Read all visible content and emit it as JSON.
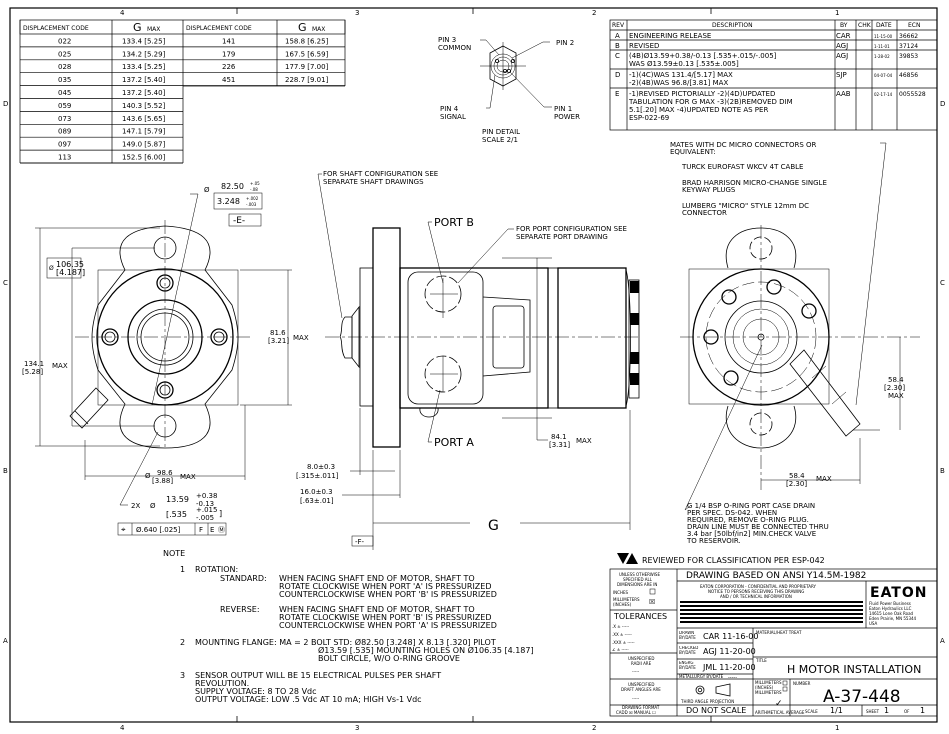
{
  "zones": {
    "columns": [
      "4",
      "3",
      "2",
      "1"
    ],
    "rows": [
      "D",
      "C",
      "B",
      "A"
    ]
  },
  "g_table": {
    "headers": [
      "DISPLACEMENT CODE",
      "G",
      "MAX",
      "DISPLACEMENT CODE",
      "G",
      "MAX"
    ],
    "left_rows": [
      [
        "022",
        "133.4 [5.25]"
      ],
      [
        "025",
        "134.2 [5.29]"
      ],
      [
        "028",
        "133.4 [5.25]"
      ],
      [
        "035",
        "137.2 [5.40]"
      ],
      [
        "045",
        "137.2 [5.40]"
      ],
      [
        "059",
        "140.3 [5.52]"
      ],
      [
        "073",
        "143.6 [5.65]"
      ],
      [
        "089",
        "147.1 [5.79]"
      ],
      [
        "097",
        "149.0 [5.87]"
      ],
      [
        "113",
        "152.5 [6.00]"
      ]
    ],
    "right_rows": [
      [
        "141",
        "158.8 [6.25]"
      ],
      [
        "179",
        "167.5 [6.59]"
      ],
      [
        "226",
        "177.9 [7.00]"
      ],
      [
        "451",
        "228.7 [9.01]"
      ]
    ]
  },
  "pin_detail": {
    "pin3": [
      "PIN 3",
      "COMMON"
    ],
    "pin2": "PIN 2",
    "pin4": [
      "PIN 4",
      "SIGNAL"
    ],
    "pin1": [
      "PIN 1",
      "POWER"
    ],
    "caption": [
      "PIN DETAIL",
      "SCALE 2/1"
    ]
  },
  "revisions": {
    "headers": [
      "REV",
      "DESCRIPTION",
      "BY",
      "CHK",
      "DATE",
      "ECN"
    ],
    "rows": [
      {
        "rev": "A",
        "lines": [
          "ENGINEERING RELEASE"
        ],
        "by": "CAR",
        "chk": "",
        "date": "11-15-00",
        "ecn": "36662"
      },
      {
        "rev": "B",
        "lines": [
          "REVISED"
        ],
        "by": "AGJ",
        "chk": "",
        "date": "1-11-01",
        "ecn": "37124"
      },
      {
        "rev": "C",
        "lines": [
          "(4B)Ø13.59+0.38/-0.13 [.535+.015/-.005]",
          "WAS Ø13.59±0.13 [.535±.005]"
        ],
        "by": "AGJ",
        "chk": "",
        "date": "1-28-02",
        "ecn": "39853"
      },
      {
        "rev": "D",
        "lines": [
          "-1)(4C)WAS 131.4/[5.17] MAX",
          "-2)(4B)WAS 96.8/[3.81] MAX"
        ],
        "by": "SJP",
        "chk": "",
        "date": "04-07-04",
        "ecn": "46856"
      },
      {
        "rev": "E",
        "lines": [
          "-1)REVISED PICTORIALLY -2)(4D)UPDATED",
          "TABULATION FOR G MAX -3)(2B)REMOVED DIM",
          "5.1[.20] MAX -4)UPDATED NOTE AS PER",
          "ESP-022-69"
        ],
        "by": "AAB",
        "chk": "",
        "date": "02-17-14",
        "ecn": "0055528"
      }
    ]
  },
  "front_view": {
    "pilot_dia": "82.50",
    "pilot_tol_plus": "+.05",
    "pilot_tol_minus": "-.08",
    "pilot_in": "3.248",
    "pilot_in_plus": "+.002",
    "pilot_in_minus": "-.003",
    "datum_e": "-E-",
    "bolt_circle": "106.35",
    "bolt_circle_in": "[4.187]",
    "height": "134.1",
    "height_in": "[5.28]",
    "height_max": "MAX",
    "body": "81.6",
    "body_in": "[3.21]",
    "body_max": "MAX",
    "width": "98.6",
    "width_in": "[3.88]",
    "width_max": "MAX",
    "hole_qty": "2X",
    "hole_dia": "13.59",
    "hole_plus": "+0.38",
    "hole_minus": "-0.13",
    "hole_in": "[.535",
    "hole_in_plus": "+.015",
    "hole_in_minus": "-.005",
    "hole_in_close": "]",
    "fcf": [
      "Ø.640 [.025]",
      "F",
      "E"
    ],
    "dia_symbol": "Ø"
  },
  "side_view": {
    "shaft_note": [
      "FOR SHAFT CONFIGURATION SEE",
      "SEPARATE SHAFT DRAWINGS"
    ],
    "port_note": [
      "FOR PORT CONFIGURATION SEE",
      "SEPARATE PORT DRAWING"
    ],
    "port_b": "PORT B",
    "port_a": "PORT A",
    "height": "84.1",
    "height_in": "[3.31]",
    "height_max": "MAX",
    "dim1": "8.0±0.3",
    "dim1_in": "[.315±.011]",
    "dim2": "16.0±0.3",
    "dim2_in": "[.63±.01]",
    "g_label": "G",
    "datum_f": "-F-"
  },
  "rear_view": {
    "connector_note": [
      "MATES WITH DC MICRO CONNECTORS OR",
      "EQUIVALENT:",
      "TURCK EUROFAST WKCV 4T CABLE",
      "BRAD HARRISON MICRO-CHANGE SINGLE",
      "KEYWAY PLUGS",
      "LUMBERG \"MICRO\" STYLE 12mm DC",
      "CONNECTOR"
    ],
    "vert_dim": "58.4",
    "vert_dim_in": "[2.30]",
    "vert_max": "MAX",
    "horiz_dim": "58.4",
    "horiz_dim_in": "[2.30]",
    "horiz_max": "MAX",
    "drain_note": [
      "G 1/4 BSP O-RING PORT CASE DRAIN",
      "PER SPEC. DS-042. WHEN",
      "REQUIRED, REMOVE O-RING PLUG.",
      "DRAIN LINE MUST BE CONNECTED THRU",
      "3.4 bar [50lbf/in2] MIN.CHECK VALVE",
      "TO RESERVOIR."
    ],
    "classification": "REVIEWED FOR CLASSIFICATION PER ESP-042"
  },
  "notes": {
    "title": "NOTE",
    "n1": "1",
    "n1_label": "ROTATION:",
    "standard": "STANDARD:",
    "standard_lines": [
      "WHEN FACING SHAFT END OF MOTOR, SHAFT TO",
      "ROTATE CLOCKWISE WHEN PORT 'A' IS PRESSURIZED",
      "COUNTERCLOCKWISE WHEN PORT 'B' IS PRESSURIZED"
    ],
    "reverse": "REVERSE:",
    "reverse_lines": [
      "WHEN FACING SHAFT END OF MOTOR, SHAFT TO",
      "ROTATE CLOCKWISE WHEN PORT 'B' IS PRESSURIZED",
      "COUNTERCLOCKWISE WHEN PORT 'A' IS PRESSURIZED"
    ],
    "n2": "2",
    "n2_lines": [
      "MOUNTING FLANGE: MA = 2 BOLT STD: Ø82.50 [3.248] X 8.13 [.320] PILOT",
      "Ø13.59 [.535] MOUNTING HOLES ON Ø106.35 [4.187]",
      "BOLT CIRCLE, W/O O-RING GROOVE"
    ],
    "n3": "3",
    "n3_lines": [
      "SENSOR OUTPUT WILL BE 15 ELECTRICAL PULSES PER SHAFT",
      "REVOLUTION.",
      "SUPPLY VOLTAGE: 8 TO 28 Vdc",
      "OUTPUT VOLTAGE: LOW .5 Vdc AT 10 mA; HIGH Vs-1 Vdc"
    ]
  },
  "title_block": {
    "unless": [
      "UNLESS OTHERWISE",
      "SPECIFIED ALL",
      "DIMENSIONS ARE IN"
    ],
    "inches": "INCHES",
    "mm": "MILLIMETERS",
    "mm2": "(INCHES)",
    "tolerances": "TOLERANCES",
    "tol_rows": [
      ".X  ± -----",
      ".XX  ± -----",
      ".XXX  ± -----",
      "∠  ± -----"
    ],
    "radii": [
      "UNSPECIFIED",
      "RADII ARE",
      "-----"
    ],
    "draft": [
      "UNSPECIFIED",
      "DRAFT ANGLES ARE",
      "-----"
    ],
    "format": "DRAWING FORMAT",
    "format_opts": "CADD ☒  MANUAL ☐",
    "ansi": "DRAWING BASED ON ANSI Y14.5M-1982",
    "confidential": [
      "EATON CORPORATION - CONFIDENTIAL AND PROPRIETARY",
      "NOTICE TO PERSONS RECEIVING THIS DRAWING",
      "AND / OR TECHNICAL INFORMATION"
    ],
    "logo": "EATON",
    "company": [
      "Fluid Power Business",
      "Eaton Hydraulics LLC",
      "14615 Lone Oak Road",
      "Eden Prairie, MN 55344",
      "USA"
    ],
    "drawn_label": "DRAWN BY/DATE",
    "drawn": "CAR  11-16-00",
    "checked_label": "CHECKED BY/DATE",
    "checked": "AGJ  11-20-00",
    "engrg_label": "ENGRG BY/DATE",
    "engrg": "JML  11-20-00",
    "metallurgy_label": "METALLURGY BY/DATE",
    "metallurgy": "-----",
    "material_label": "MATERIAL/HEAT TREAT",
    "title_label": "TITLE",
    "title": "H MOTOR INSTALLATION",
    "projection": "THIRD ANGLE PROJECTION",
    "do_not_scale": "DO NOT SCALE",
    "ref_labels": [
      "MILLIMETERS",
      "(INCHES)",
      "MILLIMETERS"
    ],
    "arith": "ARITHMETICAL AVERAGE",
    "number_label": "NUMBER",
    "number": "A-37-448",
    "scale_label": "SCALE",
    "scale": "1/1",
    "sheet_label": "SHEET",
    "sheet": "1",
    "of_label": "OF",
    "of": "1"
  }
}
